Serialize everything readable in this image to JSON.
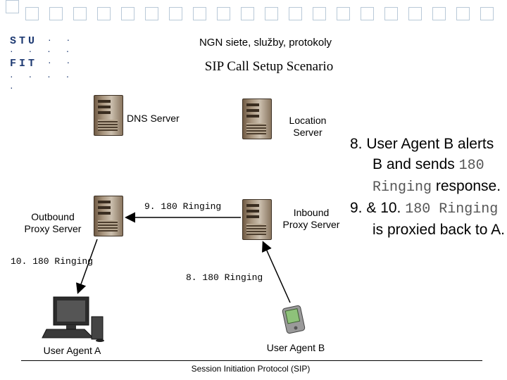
{
  "header": {
    "text": "NGN siete, služby, protokoly"
  },
  "logo": {
    "row1": "STU",
    "row3": "FIT",
    "dots_row": "· · · · ·",
    "dots_short": "· ·"
  },
  "title": "SIP Call Setup Scenario",
  "nodes": {
    "dns_server": "DNS Server",
    "location_server_line1": "Location",
    "location_server_line2": "Server",
    "outbound_proxy_line1": "Outbound",
    "outbound_proxy_line2": "Proxy Server",
    "inbound_proxy_line1": "Inbound",
    "inbound_proxy_line2": "Proxy Server",
    "user_agent_a": "User Agent A",
    "user_agent_b": "User Agent B"
  },
  "messages": {
    "msg9": "9. 180 Ringing",
    "msg10": "10. 180 Ringing",
    "msg8": "8. 180 Ringing"
  },
  "bullets": [
    {
      "prefix": "8. User Agent B alerts B and sends ",
      "code": "180 Ringing",
      "suffix": " response."
    },
    {
      "prefix": "9. & 10. ",
      "code": "180 Ringing",
      "suffix": " is proxied back to A."
    }
  ],
  "footer": {
    "text": "Session Initiation Protocol (SIP)"
  },
  "colors": {
    "logo_blue": "#1e3a72",
    "grid_border": "#b9c9d8"
  }
}
